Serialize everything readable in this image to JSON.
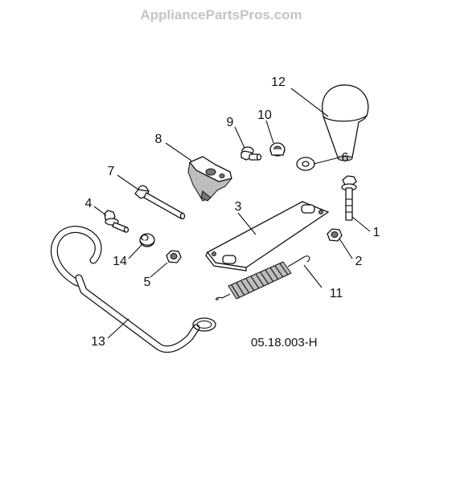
{
  "watermark": "AppliancePartsPros.com",
  "diagram_code": "05.18.003-H",
  "callouts": {
    "c1": "1",
    "c2": "2",
    "c3": "3",
    "c4": "4",
    "c5": "5",
    "c6": "6",
    "c7": "7",
    "c8": "8",
    "c9": "9",
    "c10": "10",
    "c11": "11",
    "c12": "12",
    "c13": "13",
    "c14": "14"
  }
}
